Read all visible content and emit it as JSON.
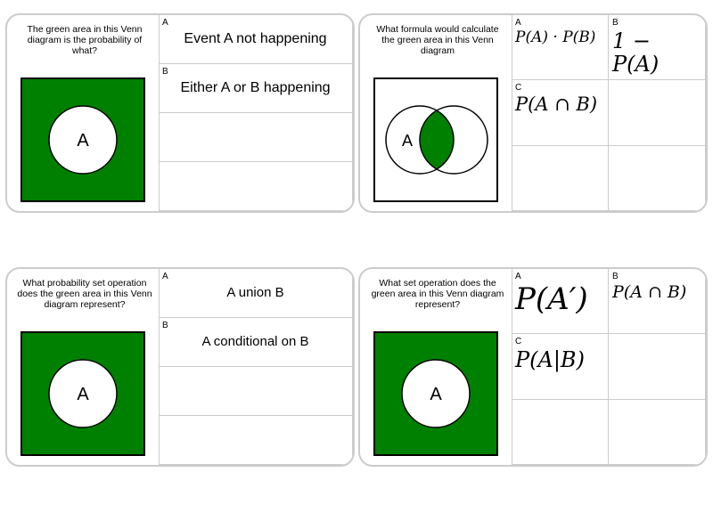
{
  "cards": [
    {
      "question": "The green area in this Venn diagram is the probability of what?",
      "answers": [
        {
          "label": "A",
          "text": "Event A not happening"
        },
        {
          "label": "B",
          "text": "Either A or B happening"
        }
      ],
      "circle_label": "A"
    },
    {
      "question": "What formula would calculate the green area in this Venn diagram",
      "answers": [
        {
          "label": "A",
          "text": "P(A) · P(B)"
        },
        {
          "label": "B",
          "text": "1 − P(A)"
        },
        {
          "label": "C",
          "text": "P(A ∩ B)"
        }
      ],
      "circle_label": "A"
    },
    {
      "question": "What probability set operation does the green area in this Venn diagram represent?",
      "answers": [
        {
          "label": "A",
          "text": "A union B"
        },
        {
          "label": "B",
          "text": "A conditional on B"
        }
      ],
      "circle_label": "A"
    },
    {
      "question": "What set operation does the green area in this Venn diagram represent?",
      "answers": [
        {
          "label": "A",
          "text": "P(A′)"
        },
        {
          "label": "B",
          "text": "P(A ∩ B)"
        },
        {
          "label": "C",
          "text": "P(A|B)"
        }
      ],
      "circle_label": "A"
    }
  ],
  "colors": {
    "green": "#008000",
    "border": "#cccccc"
  }
}
